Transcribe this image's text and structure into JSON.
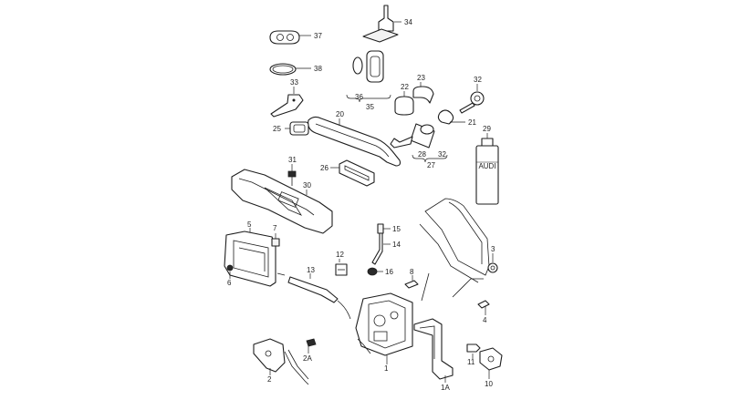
{
  "callouts": {
    "c1": "1",
    "c1A": "1A",
    "c2": "2",
    "c2A": "2A",
    "c3": "3",
    "c4": "4",
    "c5": "5",
    "c6": "6",
    "c7": "7",
    "c8": "8",
    "c10": "10",
    "c11": "11",
    "c12": "12",
    "c13": "13",
    "c14": "14",
    "c15": "15",
    "c16": "16",
    "c20": "20",
    "c21": "21",
    "c22": "22",
    "c23": "23",
    "c25": "25",
    "c26": "26",
    "c27": "27",
    "c28": "28",
    "c29": "29",
    "c30": "30",
    "c31": "31",
    "c32a": "32",
    "c32b": "32",
    "c33": "33",
    "c34": "34",
    "c35": "35",
    "c36": "36",
    "c37": "37",
    "c38": "38"
  },
  "can_label": "AUDI"
}
